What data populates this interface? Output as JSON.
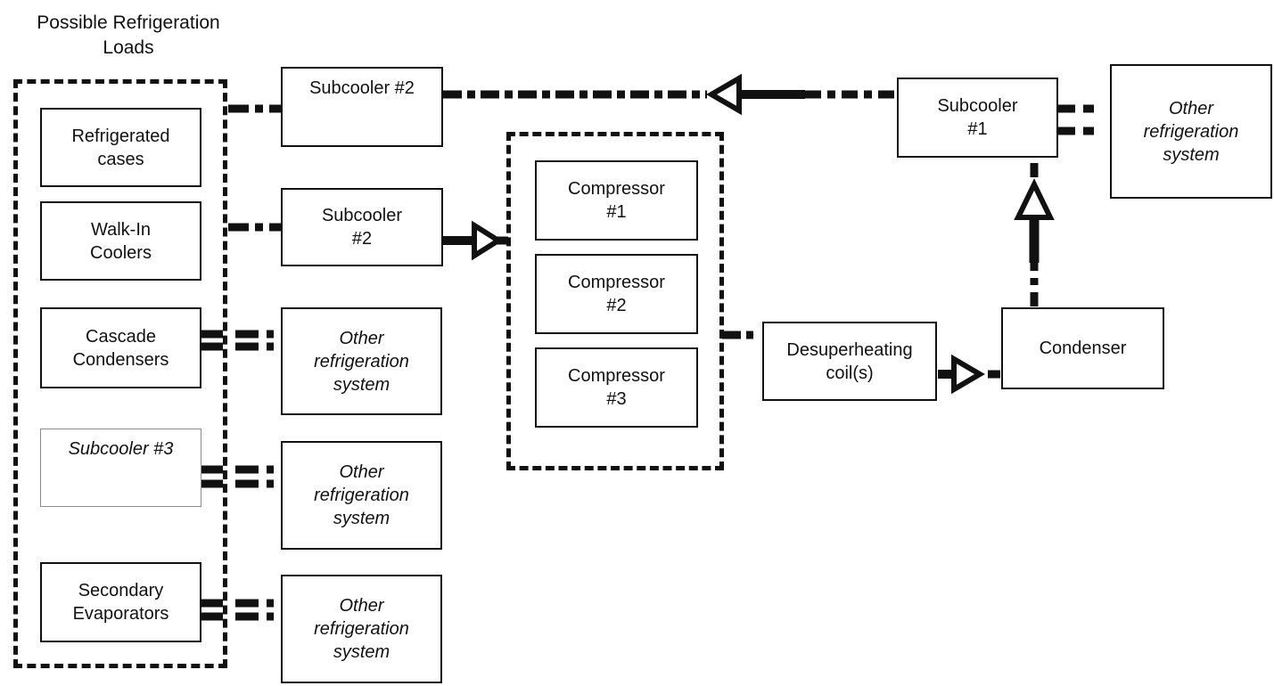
{
  "diagram": {
    "title": "Possible Refrigeration\nLoads",
    "colors": {
      "line": "#111111",
      "background": "#ffffff",
      "subcooler3_border": "#8c8c8c"
    },
    "nodes": {
      "refrigerated_cases": "Refrigerated\ncases",
      "walk_in_coolers": "Walk-In\nCoolers",
      "cascade_condensers": "Cascade\nCondensers",
      "subcooler_3": "Subcooler #3",
      "secondary_evaporators": "Secondary\nEvaporators",
      "subcooler_2_top": "Subcooler #2",
      "subcooler_2": "Subcooler\n#2",
      "other_refrigeration_1": "Other\nrefrigeration\nsystem",
      "other_refrigeration_2": "Other\nrefrigeration\nsystem",
      "other_refrigeration_3": "Other\nrefrigeration\nsystem",
      "compressor_1": "Compressor\n#1",
      "compressor_2": "Compressor\n#2",
      "compressor_3": "Compressor\n#3",
      "desuperheating_coils": "Desuperheating\ncoil(s)",
      "condenser": "Condenser",
      "subcooler_1": "Subcooler\n#1",
      "other_refrigeration_right": "Other\nrefrigeration\nsystem"
    }
  }
}
